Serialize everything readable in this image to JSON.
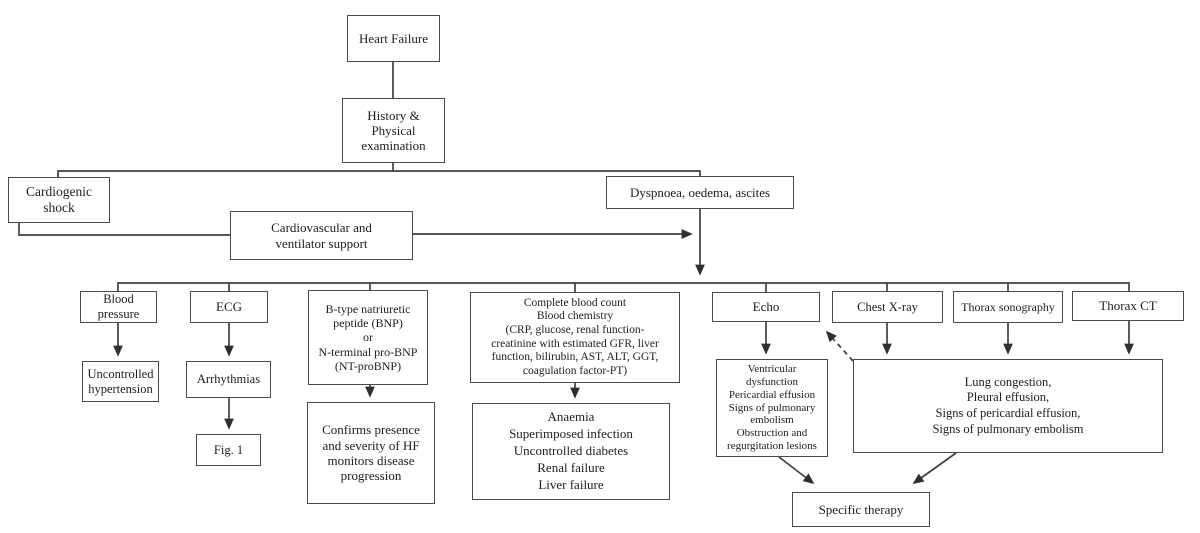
{
  "diagram": {
    "title": "Heart failure diagnostic work-up flowchart",
    "colors": {
      "box_border": "#4a4a4a",
      "text": "#1d1d1d",
      "connector": "#3f3f3f",
      "background": "#ffffff"
    },
    "nodes": {
      "heart_failure": {
        "label": "Heart Failure"
      },
      "history": {
        "label": "History &\nPhysical\nexamination"
      },
      "cardiogenic_shock": {
        "label": "Cardiogenic\nshock"
      },
      "dyspnoea": {
        "label": "Dyspnoea, oedema, ascites"
      },
      "cardiovascular_support": {
        "label": "Cardiovascular and\nventilator support"
      },
      "blood_pressure": {
        "label": "Blood\npressure"
      },
      "ecg": {
        "label": "ECG"
      },
      "bnp": {
        "label": "B-type natriuretic\npeptide (BNP)\nor\nN-terminal pro-BNP\n(NT-proBNP)"
      },
      "cbc": {
        "label": "Complete blood count\nBlood chemistry\n(CRP, glucose, renal function-\ncreatinine with estimated GFR, liver\nfunction, bilirubin, AST, ALT, GGT,\ncoagulation factor-PT)"
      },
      "echo": {
        "label": "Echo"
      },
      "chest_xray": {
        "label": "Chest X-ray"
      },
      "thorax_sonography": {
        "label": "Thorax sonography"
      },
      "thorax_ct": {
        "label": "Thorax CT"
      },
      "uncontrolled_hypertension": {
        "label": "Uncontrolled\nhypertension"
      },
      "arrhythmias": {
        "label": "Arrhythmias"
      },
      "fig_1": {
        "label": "Fig. 1"
      },
      "confirms": {
        "label": "Confirms presence\nand severity of HF\nmonitors disease\nprogression"
      },
      "anaemia": {
        "label": "Anaemia\nSuperimposed infection\nUncontrolled diabetes\nRenal failure\nLiver failure"
      },
      "ventricular": {
        "label": "Ventricular\ndysfunction\nPericardial effusion\nSigns of pulmonary\nembolism\nObstruction and\nregurgitation lesions"
      },
      "lung": {
        "label": "Lung congestion,\nPleural effusion,\nSigns of pericardial effusion,\nSigns of pulmonary embolism"
      },
      "specific_therapy": {
        "label": "Specific therapy"
      }
    },
    "edges": [
      {
        "from": "heart_failure",
        "to": "history",
        "style": "solid"
      },
      {
        "from": "history",
        "to": "cardiogenic_shock",
        "style": "solid"
      },
      {
        "from": "history",
        "to": "dyspnoea",
        "style": "solid"
      },
      {
        "from": "cardiogenic_shock",
        "to": "cardiovascular_support",
        "style": "solid"
      },
      {
        "from": "cardiovascular_support",
        "to": "dyspnoea",
        "style": "solid-arrow"
      },
      {
        "from": "dyspnoea",
        "to": "blood_pressure",
        "style": "solid-arrow"
      },
      {
        "from": "dyspnoea",
        "to": "ecg",
        "style": "solid"
      },
      {
        "from": "dyspnoea",
        "to": "bnp",
        "style": "solid"
      },
      {
        "from": "dyspnoea",
        "to": "cbc",
        "style": "solid"
      },
      {
        "from": "dyspnoea",
        "to": "echo",
        "style": "solid"
      },
      {
        "from": "dyspnoea",
        "to": "chest_xray",
        "style": "solid"
      },
      {
        "from": "dyspnoea",
        "to": "thorax_sonography",
        "style": "solid"
      },
      {
        "from": "dyspnoea",
        "to": "thorax_ct",
        "style": "solid"
      },
      {
        "from": "blood_pressure",
        "to": "uncontrolled_hypertension",
        "style": "arrow"
      },
      {
        "from": "ecg",
        "to": "arrhythmias",
        "style": "arrow"
      },
      {
        "from": "arrhythmias",
        "to": "fig_1",
        "style": "arrow"
      },
      {
        "from": "bnp",
        "to": "confirms",
        "style": "arrow"
      },
      {
        "from": "cbc",
        "to": "anaemia",
        "style": "arrow"
      },
      {
        "from": "echo",
        "to": "ventricular",
        "style": "arrow"
      },
      {
        "from": "chest_xray",
        "to": "lung",
        "style": "arrow"
      },
      {
        "from": "thorax_sonography",
        "to": "lung",
        "style": "arrow"
      },
      {
        "from": "thorax_ct",
        "to": "lung",
        "style": "arrow"
      },
      {
        "from": "lung",
        "to": "echo",
        "style": "dashed-arrow"
      },
      {
        "from": "ventricular",
        "to": "specific_therapy",
        "style": "arrow"
      },
      {
        "from": "lung",
        "to": "specific_therapy",
        "style": "arrow"
      }
    ]
  }
}
